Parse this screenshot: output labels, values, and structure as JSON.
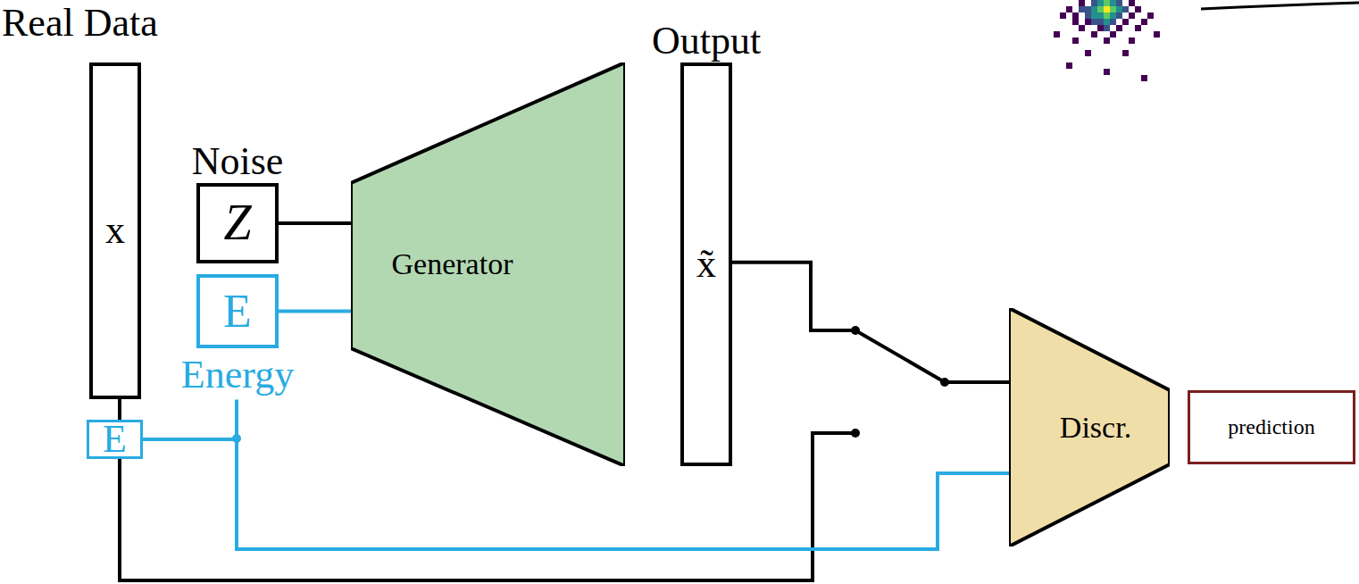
{
  "diagram": {
    "nodes": [
      {
        "text": [
          "x"
        ]
      },
      {
        "text": [
          "E"
        ]
      },
      {
        "text": [
          "Noise",
          "Z"
        ]
      },
      {
        "text": [
          "E",
          "Energy"
        ]
      },
      {
        "text": [
          "Generator"
        ]
      },
      {
        "text": [
          "Output",
          "x̃"
        ]
      },
      {
        "text": [
          "Discr."
        ]
      },
      {
        "text": [
          "prediction"
        ]
      }
    ],
    "edges": [
      {
        "from": 2,
        "to": 4,
        "arrow": "none"
      },
      {
        "from": 3,
        "to": 4,
        "arrow": "none"
      },
      {
        "from": 5,
        "to": 6,
        "arrow": "none"
      },
      {
        "from": 0,
        "to": 6,
        "arrow": "none"
      },
      {
        "from": 1,
        "to": 3,
        "arrow": "none"
      },
      {
        "from": 1,
        "to": 6,
        "arrow": "none"
      }
    ],
    "labels": [
      "Real Data"
    ]
  }
}
